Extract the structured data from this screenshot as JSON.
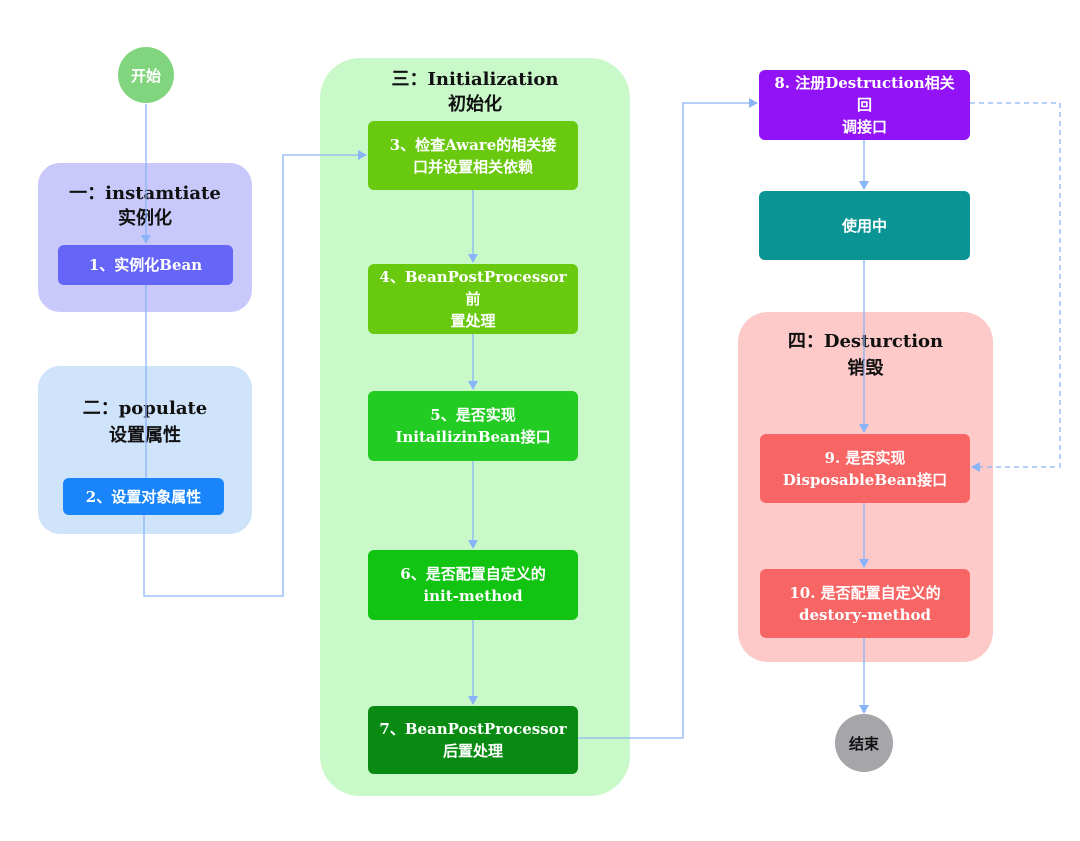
{
  "start": {
    "label": "开始"
  },
  "end": {
    "label": "结束"
  },
  "groups": {
    "instantiate": {
      "title_line1": "一：instamtiate",
      "title_line2": "实例化"
    },
    "populate": {
      "title_line1": "二：populate",
      "title_line2": "设置属性"
    },
    "initialization": {
      "title_line1": "三：Initialization",
      "title_line2": "初始化"
    },
    "destruction": {
      "title_line1": "四：Desturction",
      "title_line2": "销毁"
    }
  },
  "steps": {
    "s1": {
      "label": "1、实例化Bean"
    },
    "s2": {
      "label": "2、设置对象属性"
    },
    "s3": {
      "label": "3、检查Aware的相关接\n口并设置相关依赖"
    },
    "s4": {
      "label": "4、BeanPostProcessor 前\n置处理"
    },
    "s5": {
      "label": "5、是否实现\nInitailizinBean接口"
    },
    "s6": {
      "label": "6、是否配置自定义的\ninit-method"
    },
    "s7": {
      "label": "7、BeanPostProcessor\n后置处理"
    },
    "s8": {
      "label": "8. 注册Destruction相关回\n调接口"
    },
    "inuse": {
      "label": "使用中"
    },
    "s9": {
      "label": "9. 是否实现\nDisposableBean接口"
    },
    "s10": {
      "label": "10. 是否配置自定义的\ndestory-method"
    }
  },
  "colors": {
    "start": "#82d57f",
    "end": "#a6a6aa",
    "instantiate_bg": "#c9c8fb",
    "populate_bg": "#cfe3fb",
    "initialization_bg": "#c9f9c9",
    "destruction_bg": "#fdc9c9",
    "s1": "#6565f7",
    "s2": "#1a85fb",
    "s3_s4": "#69c90e",
    "s5": "#22cc22",
    "s6": "#11c411",
    "s7": "#098b13",
    "s8": "#9313f7",
    "inuse": "#0a9494",
    "s9_s10": "#f76565",
    "connector": "#8ab4f8"
  }
}
